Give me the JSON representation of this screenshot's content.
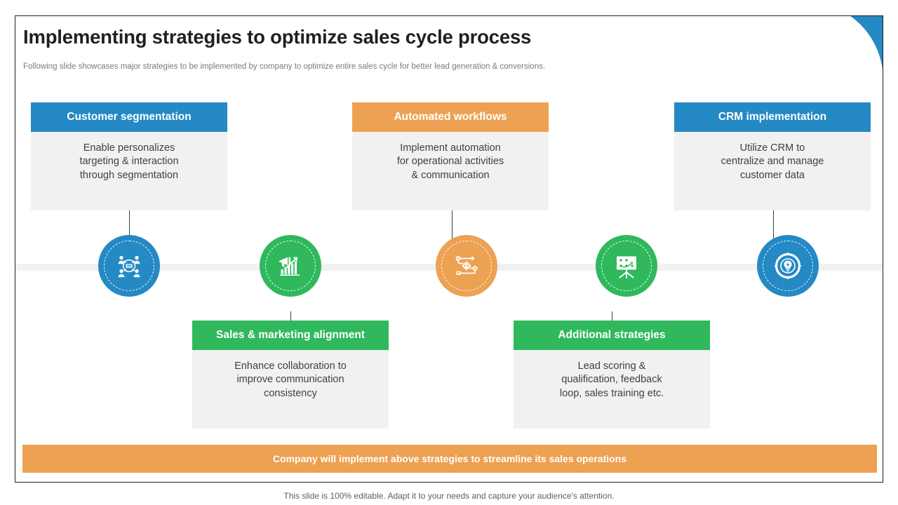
{
  "slide": {
    "title": "Implementing strategies to optimize sales cycle process",
    "subtitle": "Following slide showcases major strategies to be implemented by company to optimize entire sales cycle for better lead generation & conversions.",
    "banner_text": "Company will implement above strategies to streamline its sales operations",
    "footer_note": "This slide is 100% editable. Adapt it to your needs and capture your audience's attention."
  },
  "colors": {
    "blue": "#2489c4",
    "green": "#30b85d",
    "orange": "#eda153",
    "card_body": "#f1f1f1",
    "timeline": "#f1f1f1",
    "connector": "#3e3e3e",
    "title_text": "#231f20",
    "subtitle_text": "#7a7a7a",
    "body_text": "#404040"
  },
  "top_cards": [
    {
      "title": "Customer segmentation",
      "body": "Enable personalizes\ntargeting & interaction\nthrough segmentation",
      "color": "#2489c4"
    },
    {
      "title": "Automated workflows",
      "body": "Implement automation\nfor operational activities\n& communication",
      "color": "#eda153"
    },
    {
      "title": "CRM implementation",
      "body": "Utilize CRM to\ncentralize and manage\ncustomer data",
      "color": "#2489c4"
    }
  ],
  "bottom_cards": [
    {
      "title": "Sales & marketing alignment",
      "body": "Enhance collaboration to\nimprove communication\nconsistency",
      "color": "#30b85d"
    },
    {
      "title": "Additional strategies",
      "body": "Lead scoring &\nqualification, feedback\nloop, sales training etc.",
      "color": "#30b85d"
    }
  ],
  "icons": [
    {
      "name": "customer-segmentation-network-icon",
      "color": "#2489c4"
    },
    {
      "name": "megaphone-growth-chart-icon",
      "color": "#30b85d"
    },
    {
      "name": "workflow-diagram-icon",
      "color": "#eda153"
    },
    {
      "name": "presentation-board-icon",
      "color": "#30b85d"
    },
    {
      "name": "lightbulb-cycle-icon",
      "color": "#2489c4"
    }
  ]
}
